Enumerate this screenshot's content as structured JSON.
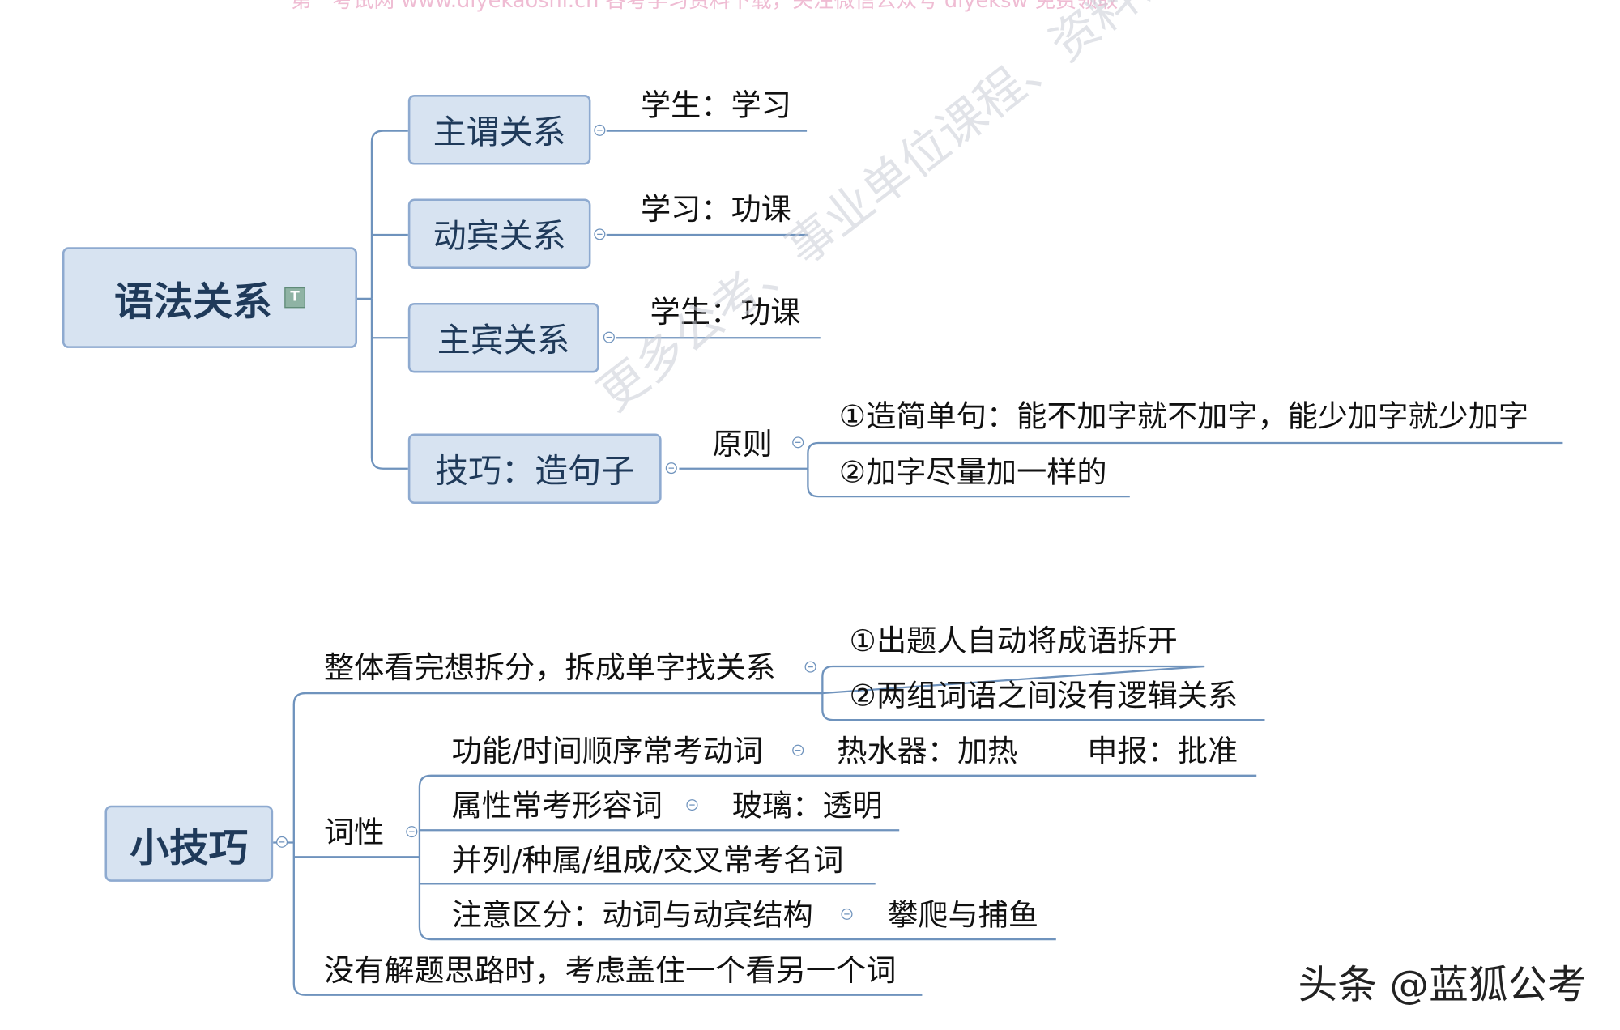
{
  "watermarks": {
    "top": "第一考试网 www.diyekaoshi.cn 各考学习资料下载，关注微信公众号 diyeksw 免费领取",
    "diagonal": "更多公考、事业单位课程、资料请关注公众号：[蓝狐公考]"
  },
  "map1": {
    "root": "语法关系",
    "root_icon": "note-icon",
    "branches": [
      {
        "label": "主谓关系",
        "example": "学生：学习"
      },
      {
        "label": "动宾关系",
        "example": "学习：功课"
      },
      {
        "label": "主宾关系",
        "example": "学生：功课"
      },
      {
        "label": "技巧：造句子",
        "child": "原则",
        "items": [
          "①造简单句：能不加字就不加字，能少加字就少加字",
          "②加字尽量加一样的"
        ]
      }
    ]
  },
  "map2": {
    "root": "小技巧",
    "b1": {
      "label": "整体看完想拆分，拆成单字找关系",
      "items": [
        "①出题人自动将成语拆开",
        "②两组词语之间没有逻辑关系"
      ]
    },
    "b2": {
      "label": "词性",
      "rows": [
        {
          "label": "功能/时间顺序常考动词",
          "examples": [
            "热水器：加热",
            "申报：批准"
          ]
        },
        {
          "label": "属性常考形容词",
          "examples": [
            "玻璃：透明"
          ]
        },
        {
          "label": "并列/种属/组成/交叉常考名词",
          "examples": []
        },
        {
          "label": "注意区分：动词与动宾结构",
          "examples": [
            "攀爬与捕鱼"
          ]
        }
      ]
    },
    "b3": {
      "label": "没有解题思路时，考虑盖住一个看另一个词"
    }
  },
  "brand": "头条 @蓝狐公考"
}
